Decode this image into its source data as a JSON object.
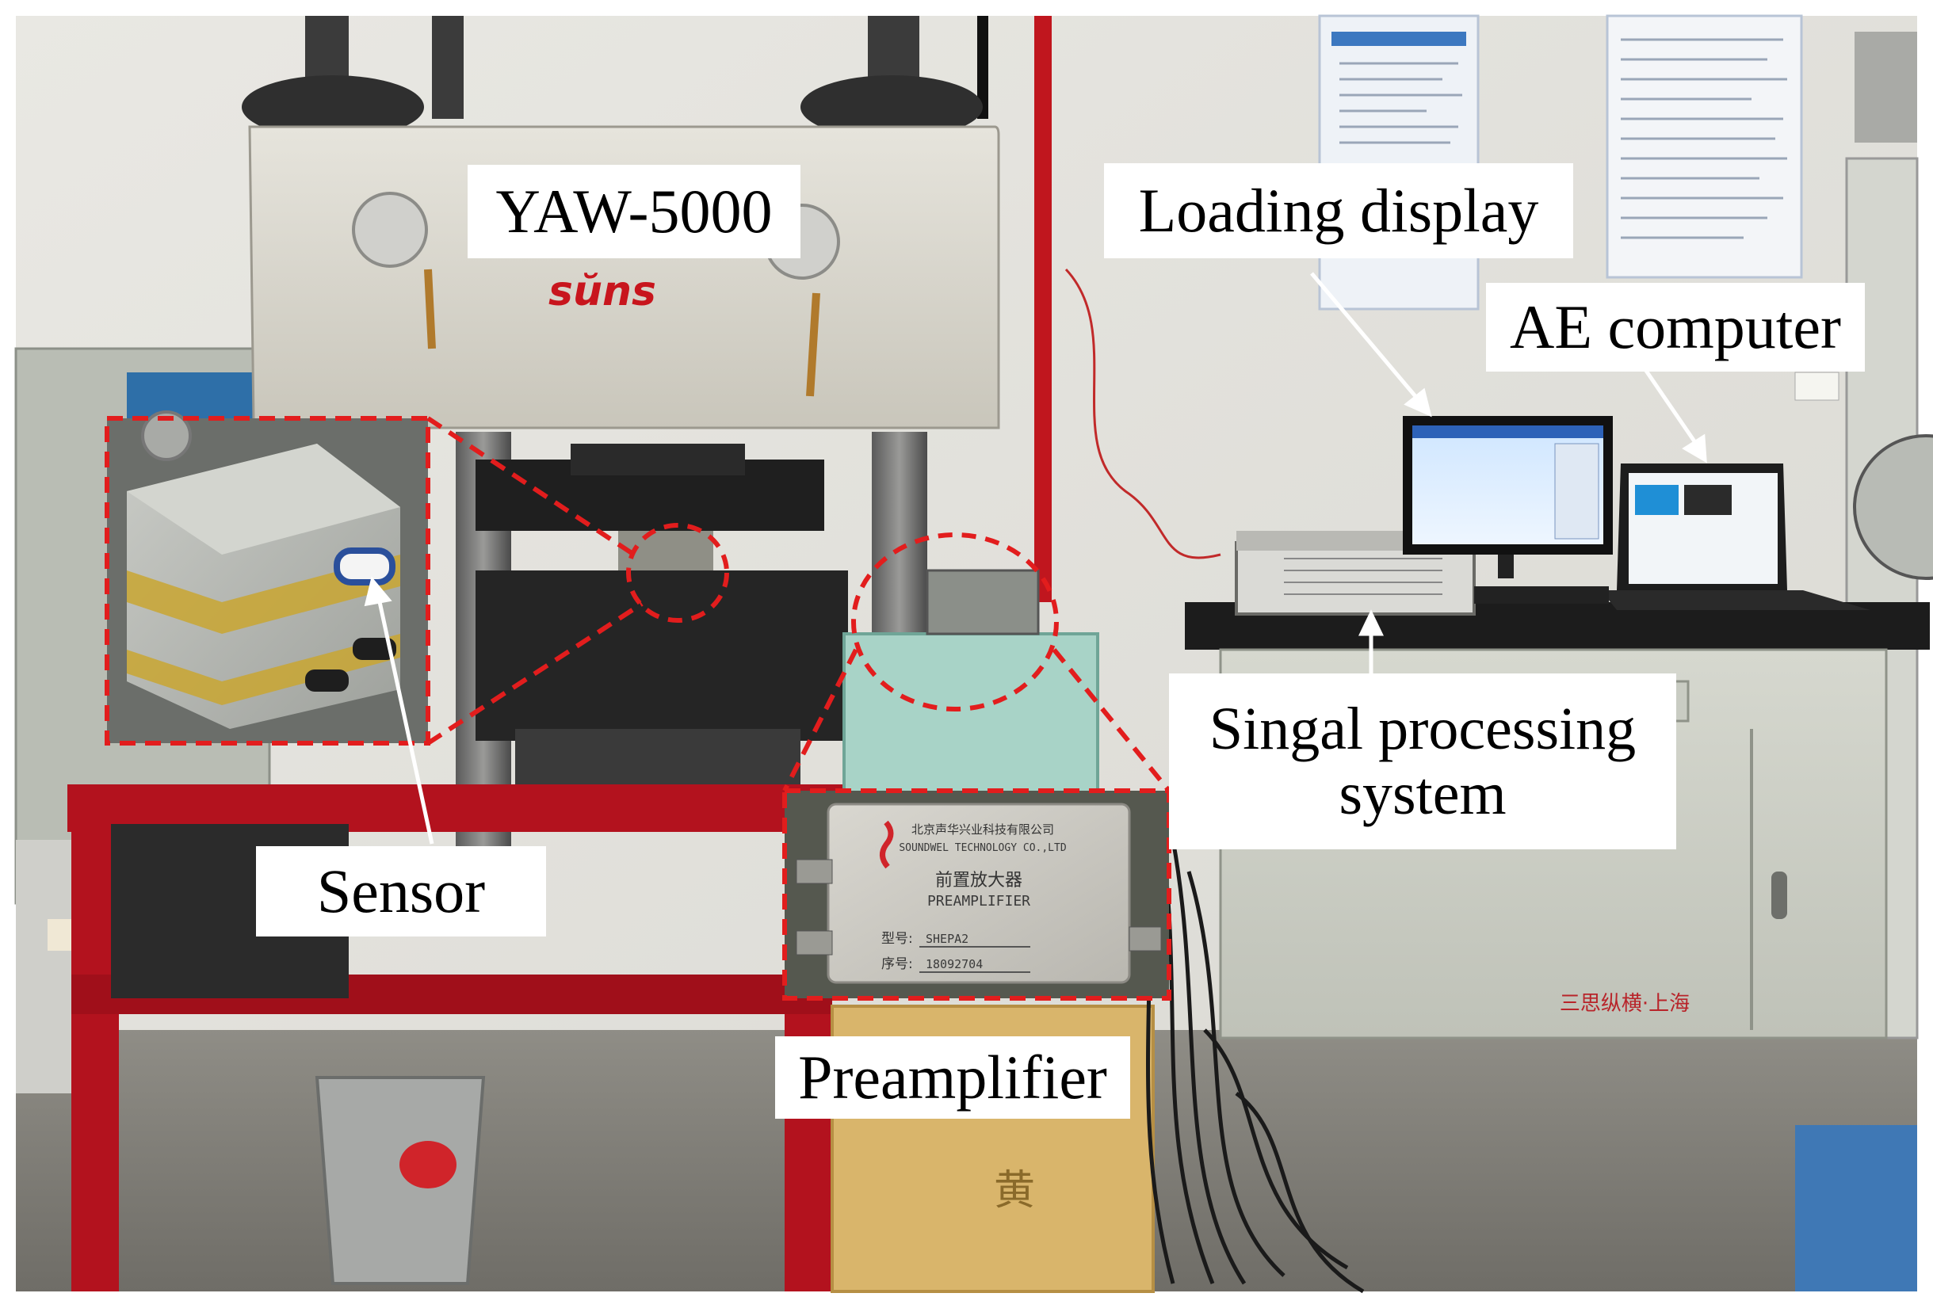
{
  "labels": {
    "yaw": "YAW-5000",
    "loading": "Loading display",
    "ae": "AE computer",
    "sensor": "Sensor",
    "preamp": "Preamplifier",
    "signal_line1": "Singal processing",
    "signal_line2": "system"
  },
  "machine_logo": "sŭns",
  "preamp_plate": {
    "company_cn": "北京声华兴业科技有限公司",
    "company_en": "SOUNDWEL TECHNOLOGY CO.,LTD",
    "title_cn": "前置放大器",
    "title_en": "PREAMPLIFIER",
    "model_label": "型号:",
    "model": "SHEPA2",
    "serial_label": "序号:",
    "serial": "18092704"
  },
  "cabinet_text": "三思纵横·上海",
  "bin_text": "黄",
  "colors": {
    "callout": "#e21d1d",
    "arrow": "#ffffff",
    "frame_red": "#b3121e",
    "wall": "#ecebe6"
  }
}
